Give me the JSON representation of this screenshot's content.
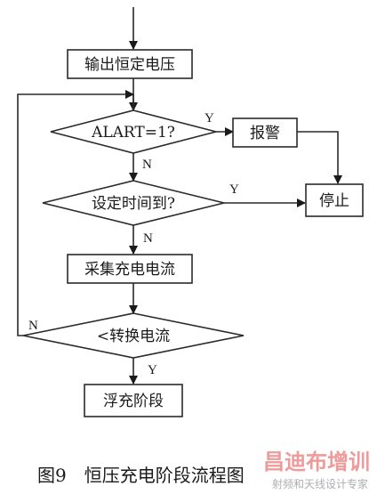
{
  "diagram": {
    "nodes": {
      "output_voltage": "输出恒定电压",
      "alart_check": "ALART=1?",
      "alarm": "报警",
      "time_check": "设定时间到?",
      "stop": "停止",
      "sample_current": "采集充电电流",
      "current_check": "<转换电流",
      "float_stage": "浮充阶段"
    },
    "edges": {
      "alart_yes": "Y",
      "alart_no": "N",
      "time_yes": "Y",
      "time_no": "N",
      "current_no": "N",
      "current_yes": "Y"
    },
    "caption": "图9　恒压充电阶段流程图"
  },
  "watermark": {
    "main": "昌迪布增训",
    "sub": "射频和天线设计专家"
  }
}
